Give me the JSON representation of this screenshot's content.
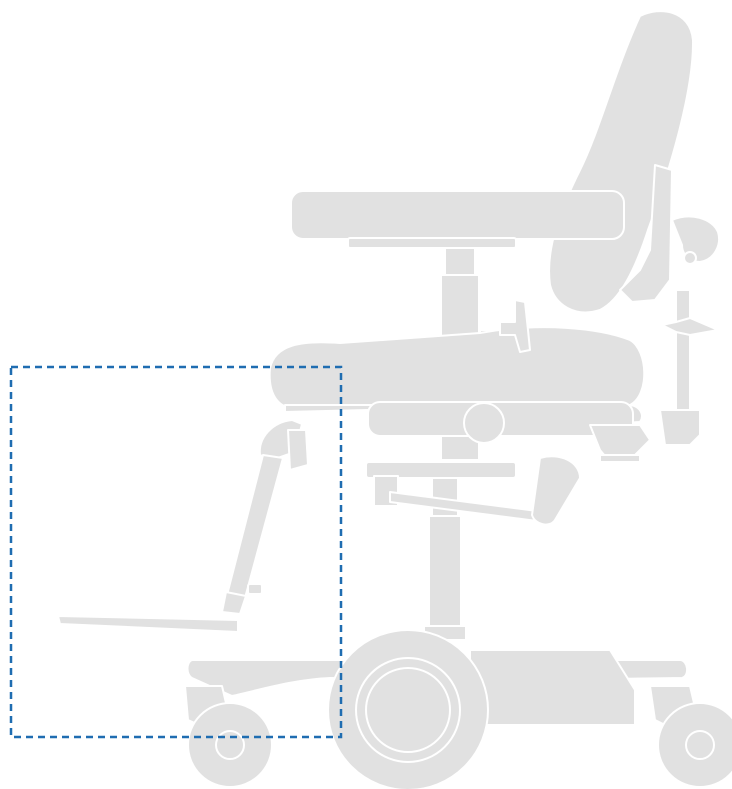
{
  "colors": {
    "background": "#ffffff",
    "part_fill": "#e1e1e1",
    "part_stroke": "#ffffff",
    "highlight_box": "#1f6db1"
  },
  "diagram": {
    "subject": "power-wheelchair-side-view",
    "highlighted_region": "footrest-and-legrest",
    "highlight_style": "dashed"
  }
}
